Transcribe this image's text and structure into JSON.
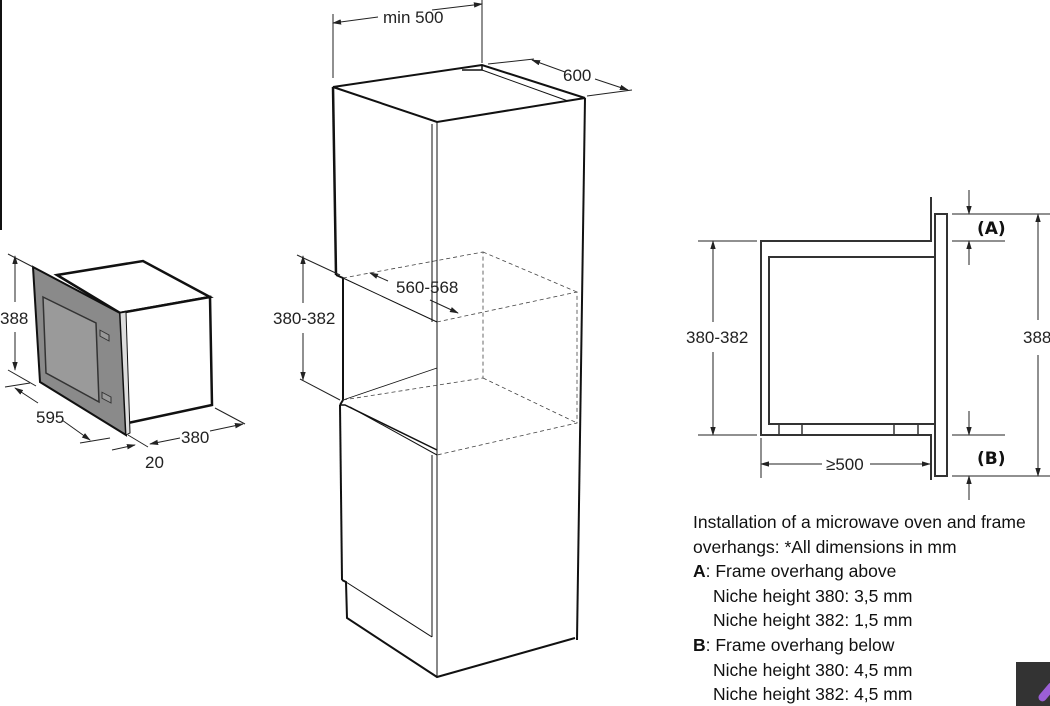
{
  "microwave": {
    "height": "388",
    "width": "595",
    "depth": "380",
    "frame": "20"
  },
  "cabinet": {
    "min_width": "min 500",
    "depth": "600",
    "niche_width": "560-568",
    "niche_height": "380-382"
  },
  "side_view": {
    "niche_height": "380-382",
    "depth": "≥500",
    "total_height": "388",
    "label_a": "(A)",
    "label_b": "(B)"
  },
  "notes": {
    "title_line1": "Installation of a microwave oven and frame",
    "title_line2": "overhangs: *All dimensions in mm",
    "a_key": "A",
    "a_title": ": Frame overhang above",
    "a_380": "Niche height 380: 3,5 mm",
    "a_382": "Niche height 382: 1,5 mm",
    "b_key": "B",
    "b_title": ": Frame overhang below",
    "b_380": "Niche height 380: 4,5 mm",
    "b_382": "Niche height 382: 4,5 mm"
  }
}
